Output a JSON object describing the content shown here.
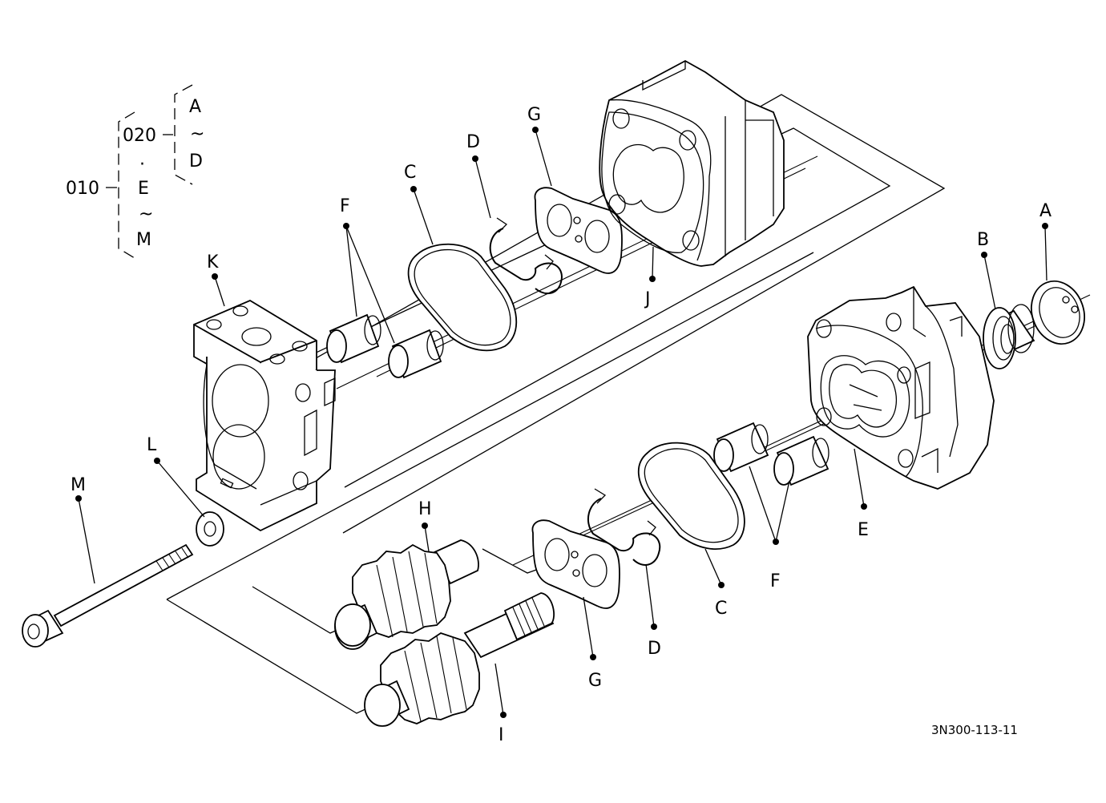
{
  "drawing_code": "3N300-113-11",
  "legend": {
    "l010": "010",
    "l020": "020",
    "dot": "·",
    "a": "A",
    "tilde1": "~",
    "d": "D",
    "e": "E",
    "tilde2": "~",
    "m": "M"
  },
  "labels": {
    "a": "A",
    "b": "B",
    "c_upper": "C",
    "c_lower": "C",
    "d_upper": "D",
    "d_lower": "D",
    "e": "E",
    "f_upper": "F",
    "f_lower": "F",
    "g_upper": "G",
    "g_lower": "G",
    "h": "H",
    "i": "I",
    "j": "J",
    "k": "K",
    "l": "L",
    "m": "M"
  }
}
